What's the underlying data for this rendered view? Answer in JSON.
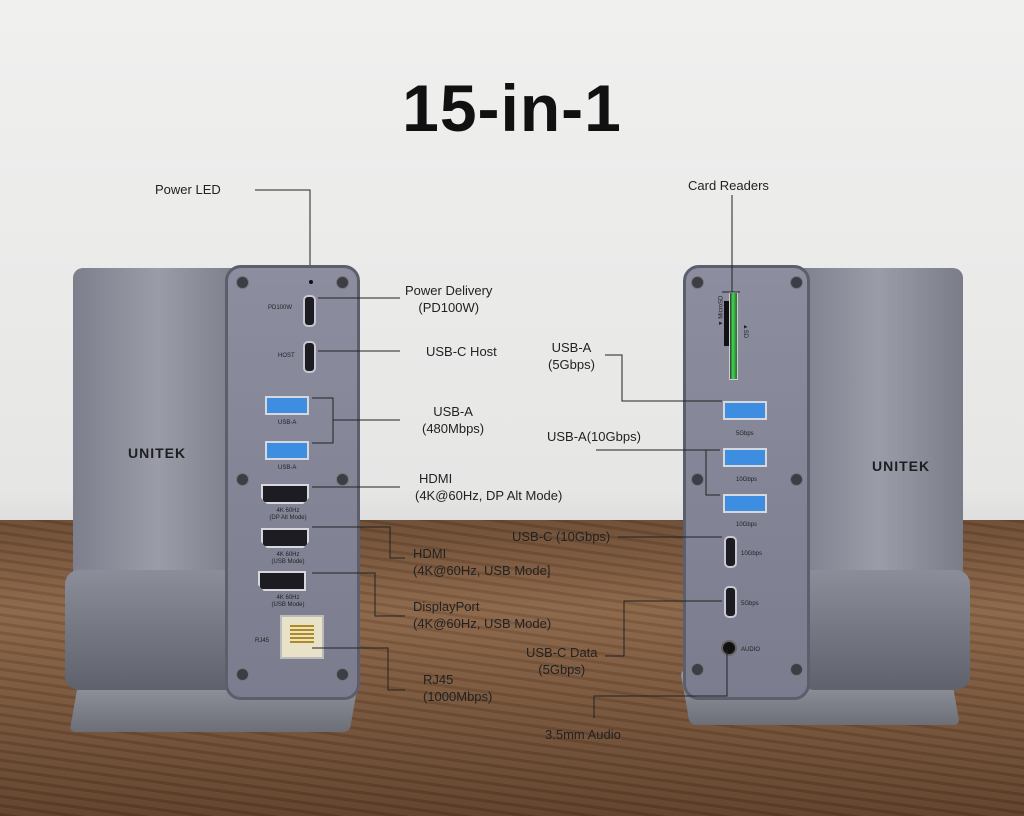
{
  "title": "15-in-1",
  "brand": "UNITEK",
  "left_labels": {
    "power_led": "Power LED",
    "power_delivery": [
      "Power Delivery",
      "(PD100W)"
    ],
    "usbc_host": "USB-C Host",
    "usba_480": [
      "USB-A",
      "(480Mbps)"
    ],
    "hdmi_dp": [
      "HDMI",
      "(4K@60Hz, DP Alt Mode)"
    ],
    "hdmi_usb": [
      "HDMI",
      "(4K@60Hz, USB Mode]"
    ],
    "displayport": [
      "DisplayPort",
      "(4K@60Hz, USB Mode)"
    ],
    "rj45": [
      "RJ45",
      "(1000Mbps)"
    ]
  },
  "right_labels": {
    "card_readers": "Card Readers",
    "usba_5": [
      "USB-A",
      "(5Gbps)"
    ],
    "usba_10": "USB-A(10Gbps)",
    "usbc_10": "USB-C (10Gbps)",
    "usbc_data": [
      "USB-C Data",
      "(5Gbps)"
    ],
    "audio": "3.5mm Audio"
  },
  "left_panel_marks": {
    "pd": "PD100W",
    "host": "HOST",
    "usba1": "USB-A",
    "usba2": "USB-A",
    "hdmi1": [
      "4K 60Hz",
      "(DP Alt Mode)"
    ],
    "hdmi2": [
      "4K 60Hz",
      "(USB Mode)"
    ],
    "dp": [
      "4K 60Hz",
      "(USB Mode)"
    ],
    "rj45": "RJ45"
  },
  "right_panel_marks": {
    "microsd": "▼ MicroSD",
    "sd": "▲SD",
    "a1": "5Gbps",
    "a2": "10Gbps",
    "a3": "10Gbps",
    "c1": "10Gbps",
    "c2": "5Gbps",
    "audio": "AUDIO"
  }
}
